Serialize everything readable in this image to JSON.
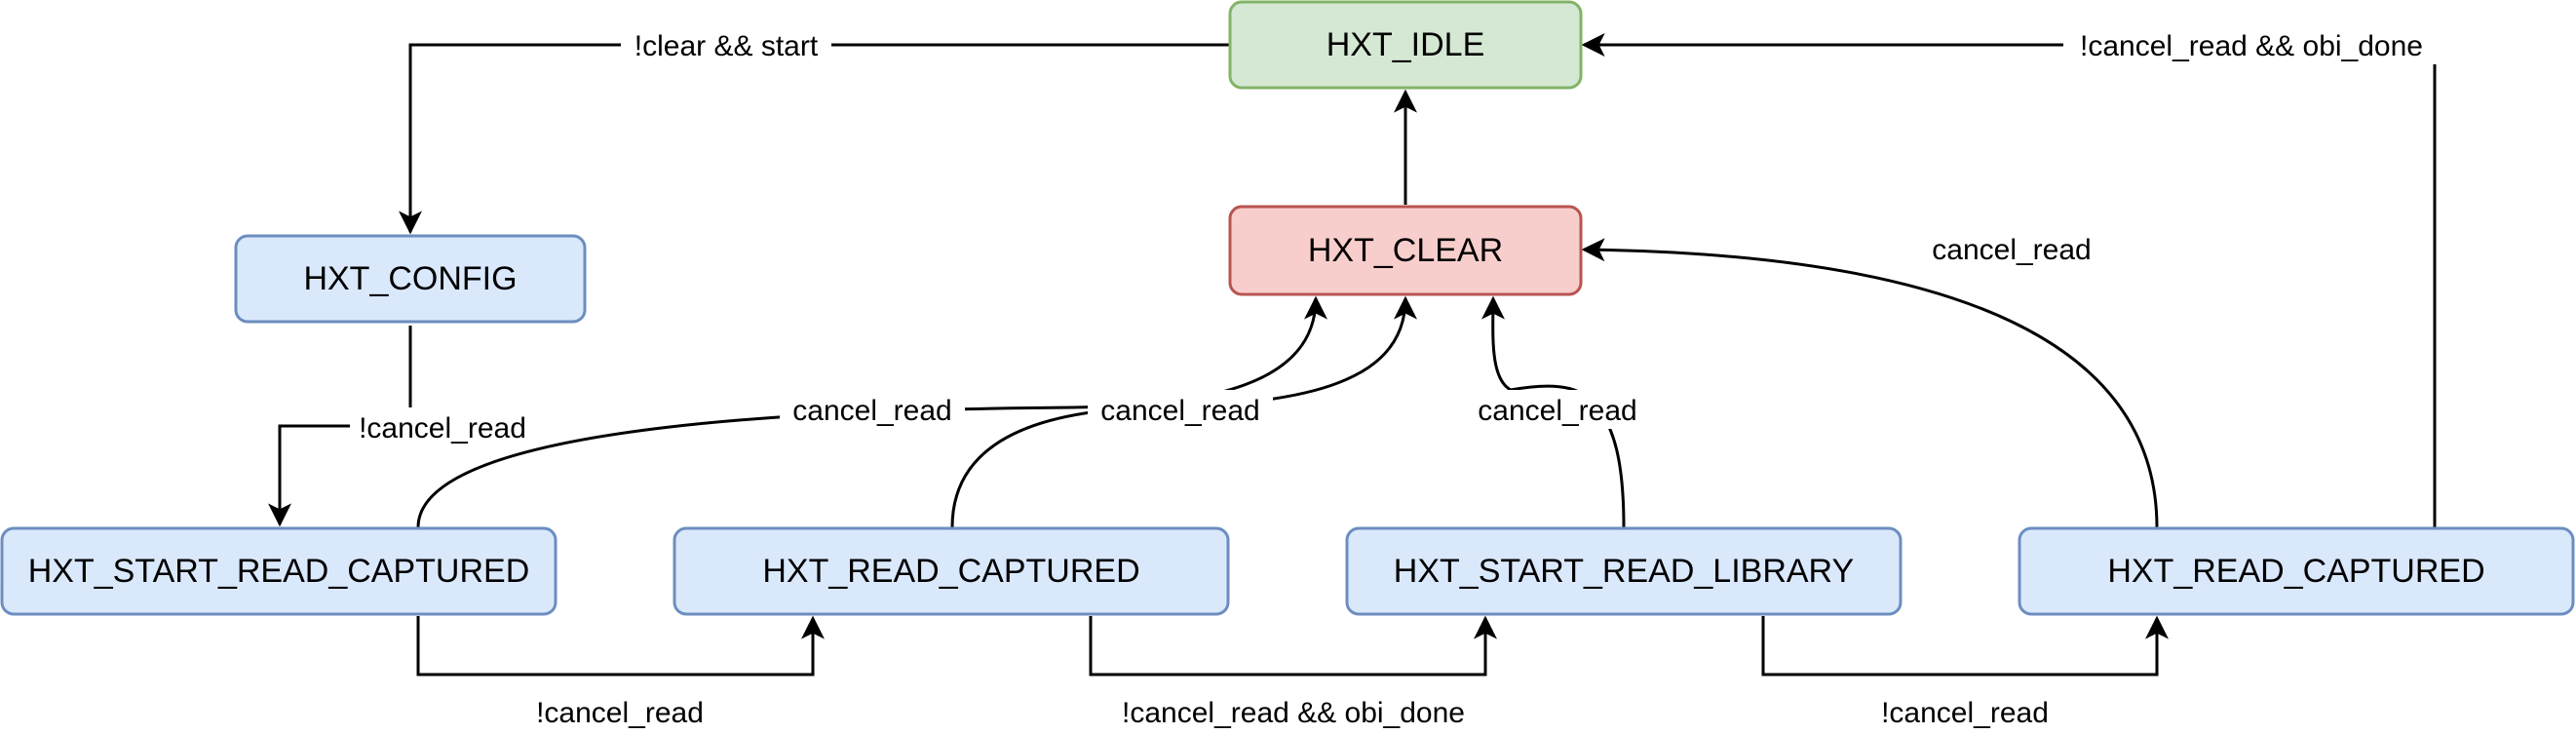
{
  "colors": {
    "idle_fill": "#d5e8d4",
    "idle_stroke": "#82b366",
    "clear_fill": "#f8cecc",
    "clear_stroke": "#b85450",
    "state_fill": "#dae8fc",
    "state_stroke": "#6c8ebf",
    "edge": "#000000"
  },
  "nodes": {
    "idle": "HXT_IDLE",
    "config": "HXT_CONFIG",
    "clear": "HXT_CLEAR",
    "start_read_captured": "HXT_START_READ_CAPTURED",
    "read_captured_1": "HXT_READ_CAPTURED",
    "start_read_library": "HXT_START_READ_LIBRARY",
    "read_captured_2": "HXT_READ_CAPTURED"
  },
  "edges": {
    "idle_to_config": "!clear && start",
    "config_to_start": "!cancel_read",
    "start_to_read1": "!cancel_read",
    "read1_to_library": "!cancel_read && obi_done",
    "library_to_read2": "!cancel_read",
    "read2_to_idle": "!cancel_read && obi_done",
    "start_to_clear": "cancel_read",
    "read1_to_clear": "cancel_read",
    "library_to_clear": "cancel_read",
    "read2_to_clear": "cancel_read"
  }
}
